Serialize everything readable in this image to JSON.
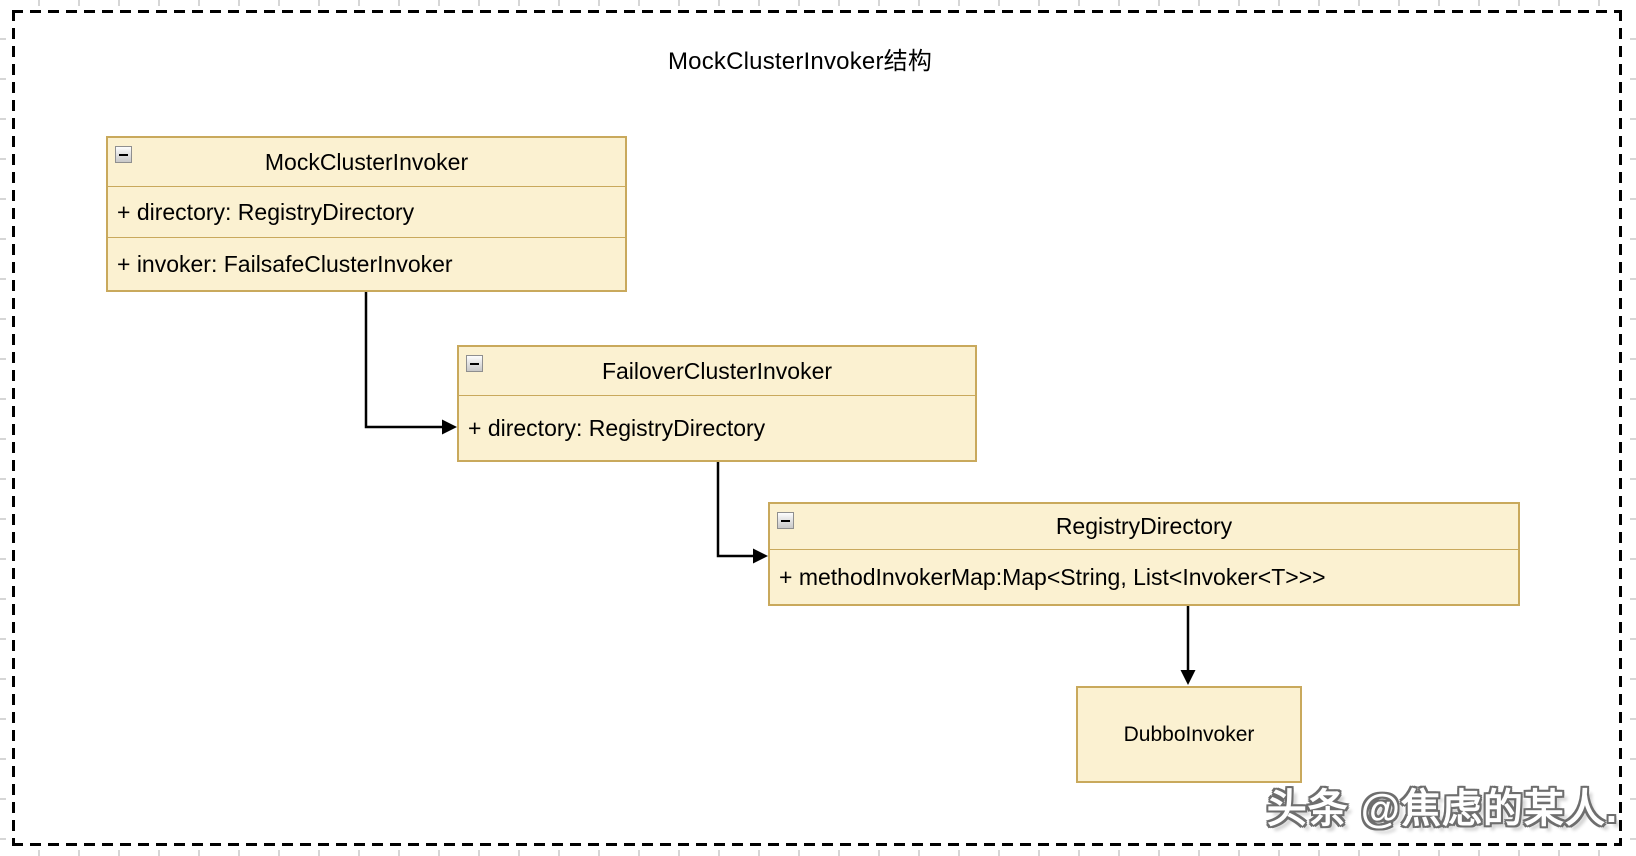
{
  "diagram": {
    "title": "MockClusterInvoker结构",
    "watermark": "头条 @焦虑的某人.",
    "colors": {
      "box_fill": "#FBF1D1",
      "box_border": "#C9A95C",
      "arrow": "#000000",
      "frame_border": "#000000",
      "watermark_outline": "#6E6E6E"
    },
    "classes": [
      {
        "name": "MockClusterInvoker",
        "attributes": [
          "+ directory: RegistryDirectory",
          "+ invoker: FailsafeClusterInvoker"
        ]
      },
      {
        "name": "FailoverClusterInvoker",
        "attributes": [
          "+ directory: RegistryDirectory"
        ]
      },
      {
        "name": "RegistryDirectory",
        "attributes": [
          "+ methodInvokerMap:Map<String, List<Invoker<T>>>"
        ]
      },
      {
        "name": "DubboInvoker",
        "attributes": []
      }
    ],
    "connectors": [
      {
        "from": "MockClusterInvoker",
        "to": "FailoverClusterInvoker"
      },
      {
        "from": "FailoverClusterInvoker",
        "to": "RegistryDirectory"
      },
      {
        "from": "RegistryDirectory",
        "to": "DubboInvoker"
      }
    ]
  }
}
